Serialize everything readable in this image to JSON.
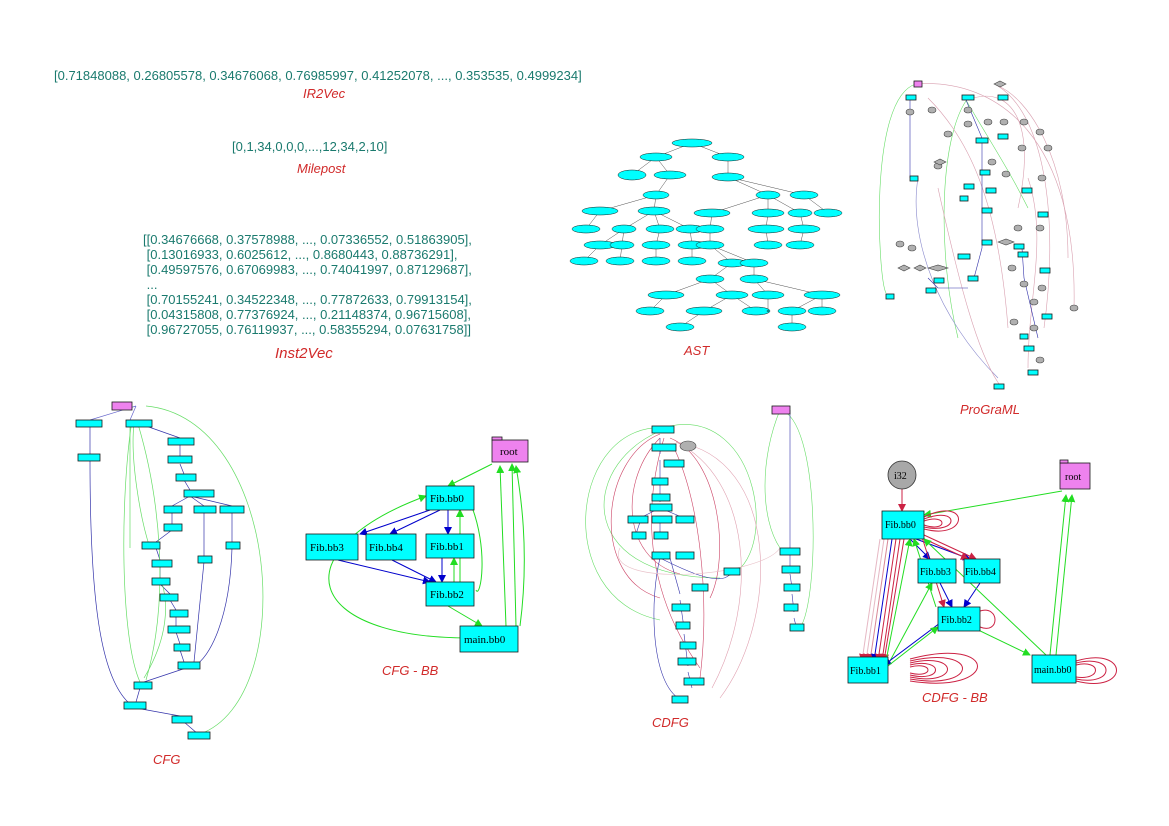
{
  "ir2vec": {
    "vector": "[0.71848088, 0.26805578, 0.34676068, 0.76985997, 0.41252078, ..., 0.353535, 0.4999234]",
    "caption": "IR2Vec"
  },
  "milepost": {
    "vector": "[0,1,34,0,0,0,...,12,34,2,10]",
    "caption": "Milepost"
  },
  "inst2vec": {
    "rows": [
      "[[0.34676668, 0.37578988, ..., 0.07336552, 0.51863905],",
      " [0.13016933, 0.6025612, ..., 0.8680443, 0.88736291],",
      " [0.49597576, 0.67069983, ..., 0.74041997, 0.87129687],",
      " ...",
      " [0.70155241, 0.34522348, ..., 0.77872633, 0.79913154],",
      " [0.04315808, 0.77376924, ..., 0.21148374, 0.96715608],",
      " [0.96727055, 0.76119937, ..., 0.58355294, 0.07631758]]"
    ],
    "caption": "Inst2Vec"
  },
  "ast": {
    "caption": "AST"
  },
  "programl": {
    "caption": "ProGraML"
  },
  "cfg": {
    "caption": "CFG"
  },
  "cfg_bb": {
    "caption": "CFG - BB",
    "nodes": {
      "root": "root",
      "bb0": "Fib.bb0",
      "bb3": "Fib.bb3",
      "bb4": "Fib.bb4",
      "bb1": "Fib.bb1",
      "bb2": "Fib.bb2",
      "main": "main.bb0"
    }
  },
  "cdfg": {
    "caption": "CDFG"
  },
  "cdfg_bb": {
    "caption": "CDFG - BB",
    "nodes": {
      "i32": "i32",
      "root": "root",
      "bb0": "Fib.bb0",
      "bb3": "Fib.bb3",
      "bb4": "Fib.bb4",
      "bb2": "Fib.bb2",
      "bb1": "Fib.bb1",
      "main": "main.bb0"
    }
  },
  "colors": {
    "vector_text": "#1a7a6e",
    "caption": "#d12a2a",
    "node_fill": "#00ffff",
    "root_fill": "#ee82ee",
    "control_edge": "#0000cc",
    "call_edge": "#22dd22",
    "data_edge": "#cc2244"
  }
}
